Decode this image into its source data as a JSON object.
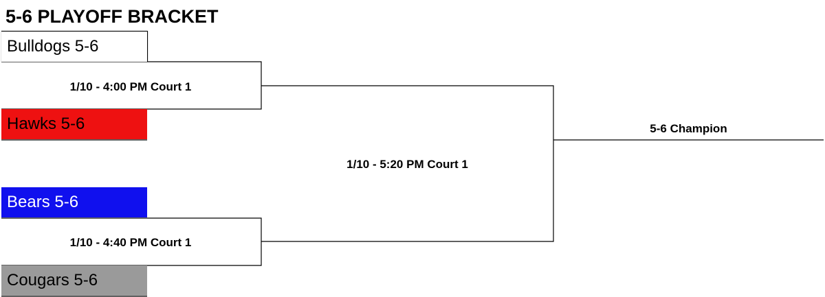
{
  "title": "5-6 PLAYOFF BRACKET",
  "teams": [
    {
      "label": "Bulldogs 5-6",
      "bg": "#ffffff",
      "fg": "#000000"
    },
    {
      "label": "Hawks 5-6",
      "bg": "#ee1111",
      "fg": "#000000"
    },
    {
      "label": "Bears 5-6",
      "bg": "#1010ee",
      "fg": "#ffffff"
    },
    {
      "label": "Cougars 5-6",
      "bg": "#9a9a9a",
      "fg": "#000000"
    }
  ],
  "games": {
    "semi1": "1/10 - 4:00 PM Court 1",
    "semi2": "1/10 - 4:40 PM Court 1",
    "final": "1/10 - 5:20 PM Court 1"
  },
  "champion": "5-6 Champion"
}
